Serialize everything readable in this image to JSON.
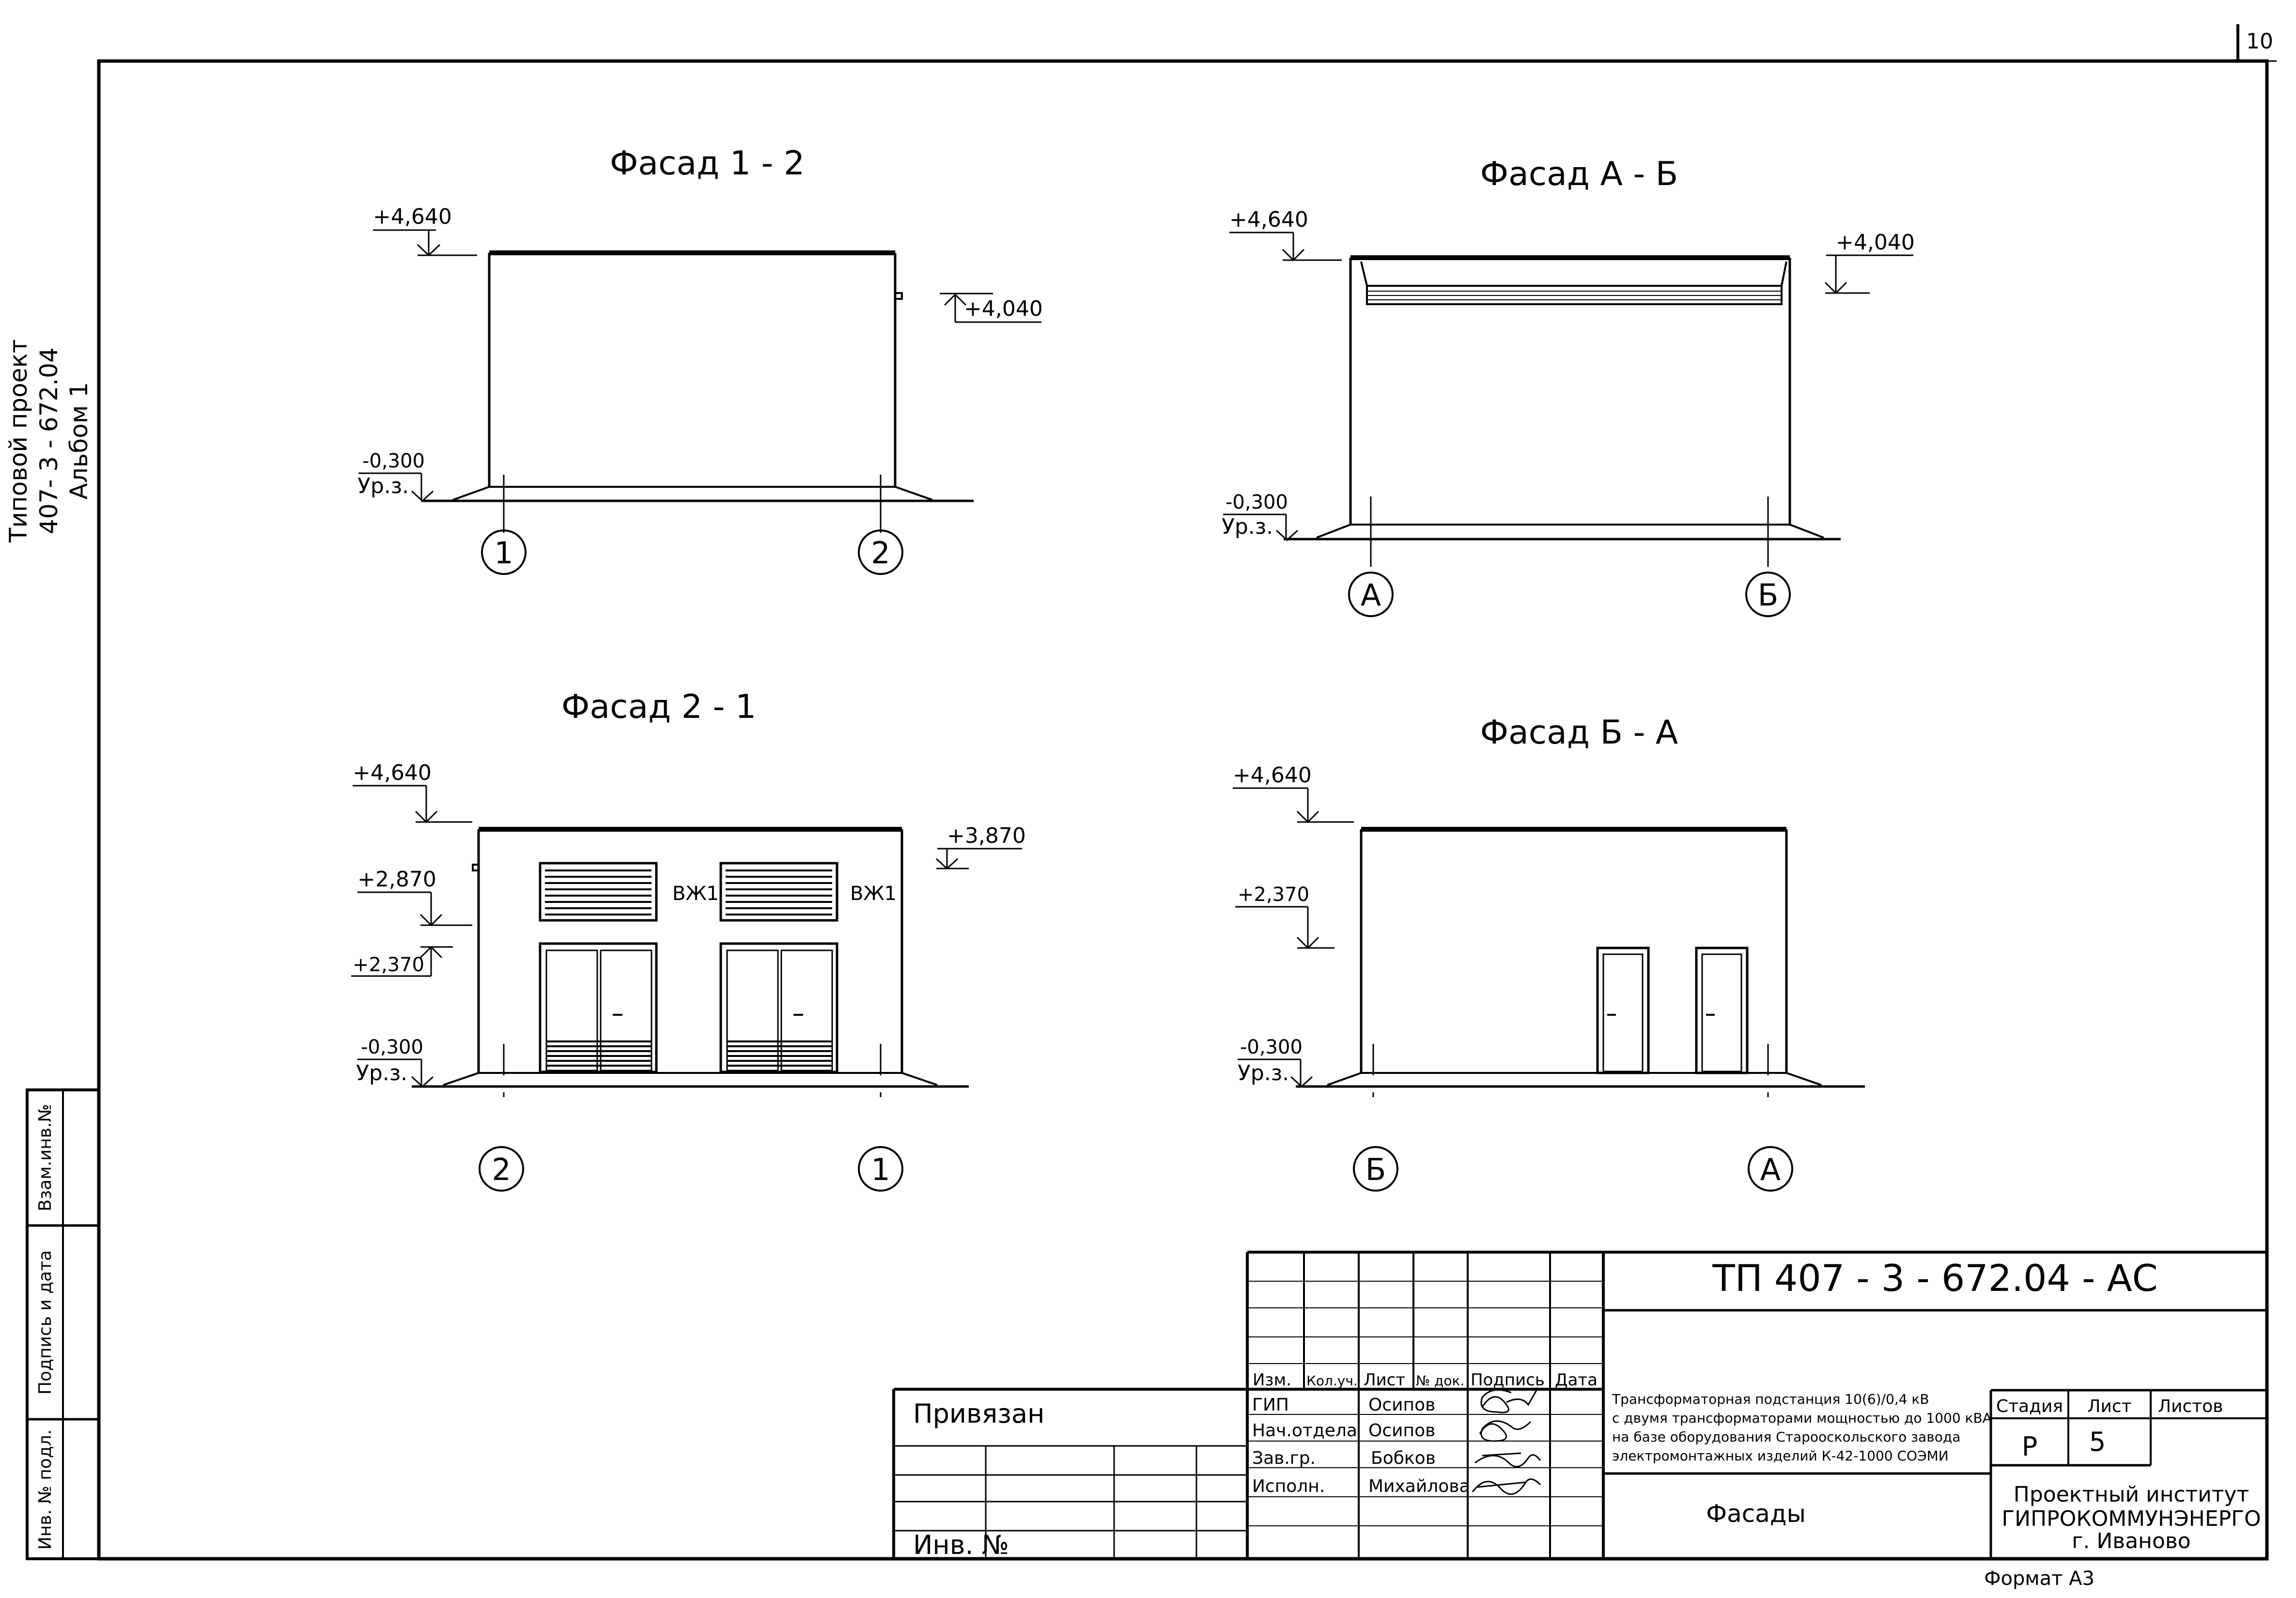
{
  "sheet": {
    "page_number": "10",
    "side_title": [
      "Типовой проект",
      "407- 3 - 672.04",
      "Альбом 1"
    ],
    "side_stamp": [
      "Взам.инв.№",
      "Подпись и дата",
      "Инв. № подл."
    ],
    "format": "Формат А3"
  },
  "facades": [
    {
      "title": "Фасад 1 - 2",
      "levels": [
        "+4,640",
        "+4,040",
        "-0,300",
        "Ур.з."
      ],
      "axes": [
        "1",
        "2"
      ]
    },
    {
      "title": "Фасад  А - Б",
      "levels": [
        "+4,640",
        "+4,040",
        "-0,300",
        "Ур.з."
      ],
      "axes": [
        "А",
        "Б"
      ]
    },
    {
      "title": "Фасад 2 - 1",
      "levels": [
        "+4,640",
        "+3,870",
        "+2,870",
        "+2,370",
        "-0,300",
        "Ур.з."
      ],
      "grille_labels": [
        "ВЖ1",
        "ВЖ1"
      ],
      "axes": [
        "2",
        "1"
      ]
    },
    {
      "title": "Фасад  Б - А",
      "levels": [
        "+4,640",
        "+2,370",
        "-0,300",
        "Ур.з."
      ],
      "axes": [
        "Б",
        "А"
      ]
    }
  ],
  "title_block": {
    "doc_code": "ТП   407 - 3 - 672.04 - АС",
    "privyazan": "Привязан",
    "inv_no": "Инв. №",
    "col_headers": [
      "Изм.",
      "Кол.уч.",
      "Лист",
      "№ док.",
      "Подпись",
      "Дата"
    ],
    "roles": [
      "ГИП",
      "Нач.отдела",
      "Зав.гр.",
      "Исполн."
    ],
    "names": [
      "Осипов",
      "Осипов",
      "Бобков",
      "Михайлова"
    ],
    "description": [
      "Трансформаторная подстанция 10(6)/0,4 кВ",
      "с двумя трансформаторами мощностью до 1000 кВА",
      "на базе оборудования Старооскольского завода",
      "электромонтажных изделий К-42-1000 СОЭМИ"
    ],
    "sheet_title": "Фасады",
    "stage_header": "Стадия",
    "list_header": "Лист",
    "lists_header": "Листов",
    "stage": "Р",
    "list": "5",
    "institute": [
      "Проектный институт",
      "ГИПРОКОММУНЭНЕРГО",
      "г. Иваново"
    ]
  }
}
